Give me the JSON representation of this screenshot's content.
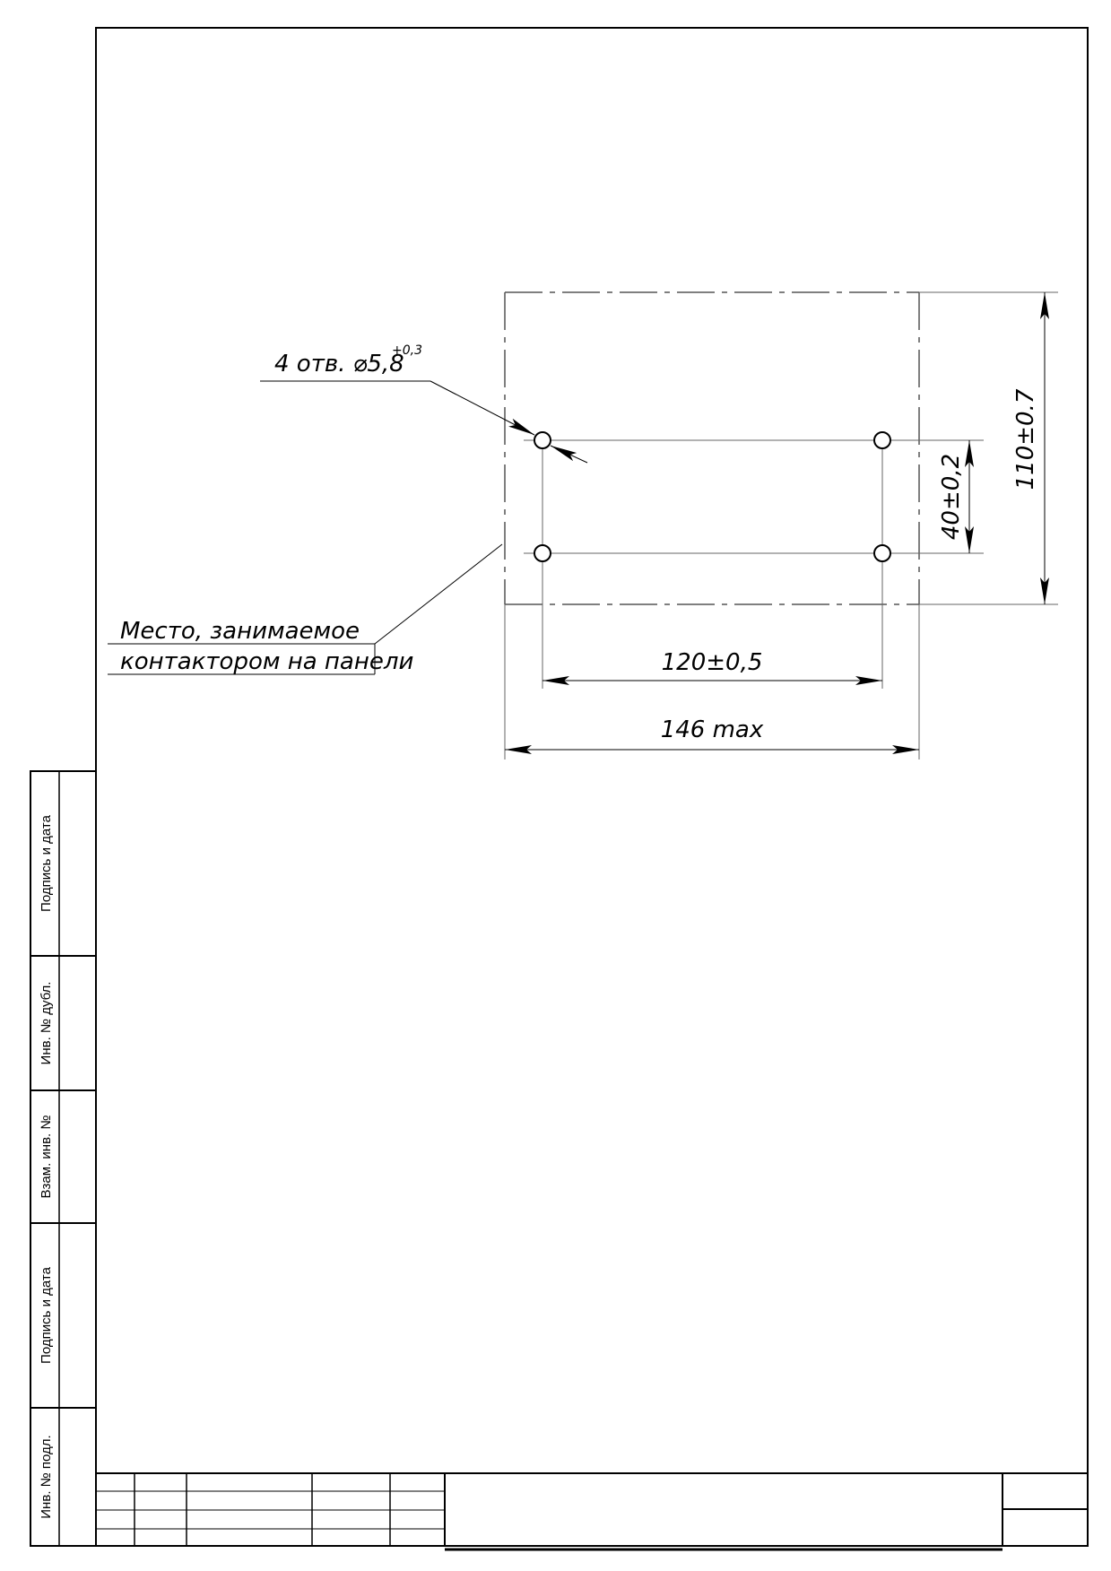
{
  "drawing": {
    "hole_callout": "4 отв. ⌀5,8",
    "hole_tolerance": "+0,3",
    "note_line1": "Место, занимаемое",
    "note_line2": "контактором на панели",
    "dim_hole_spacing": "120±0,5",
    "dim_width": "146 max",
    "dim_hole_rows": "40±0,2",
    "dim_height": "110±0.7"
  },
  "side_stamp": {
    "labels": [
      "Подпись и дата",
      "Инв. № дубл.",
      "Взам. инв. №",
      "Подпись и дата",
      "Инв. № подл."
    ]
  }
}
